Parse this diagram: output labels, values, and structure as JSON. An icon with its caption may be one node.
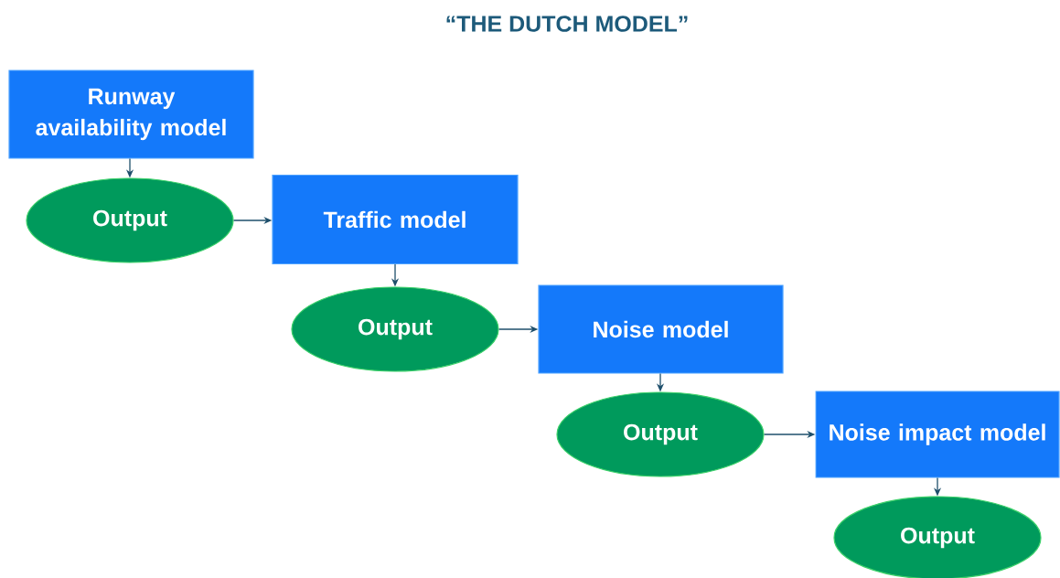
{
  "diagram": {
    "title": "“THE DUTCH MODEL”",
    "nodes": [
      {
        "text": [
          "Runway availability model"
        ]
      },
      {
        "text": [
          "Output"
        ]
      },
      {
        "text": [
          "Traffic model"
        ]
      },
      {
        "text": [
          "Output"
        ]
      },
      {
        "text": [
          "Noise model"
        ]
      },
      {
        "text": [
          "Output"
        ]
      },
      {
        "text": [
          "Noise impact model"
        ]
      },
      {
        "text": [
          "Output"
        ]
      }
    ],
    "edges": [
      {
        "from": 0,
        "to": 1,
        "arrow": "to"
      },
      {
        "from": 1,
        "to": 2,
        "arrow": "to"
      },
      {
        "from": 2,
        "to": 3,
        "arrow": "to"
      },
      {
        "from": 3,
        "to": 4,
        "arrow": "to"
      },
      {
        "from": 4,
        "to": 5,
        "arrow": "to"
      },
      {
        "from": 5,
        "to": 6,
        "arrow": "to"
      },
      {
        "from": 6,
        "to": 7,
        "arrow": "to"
      }
    ]
  }
}
